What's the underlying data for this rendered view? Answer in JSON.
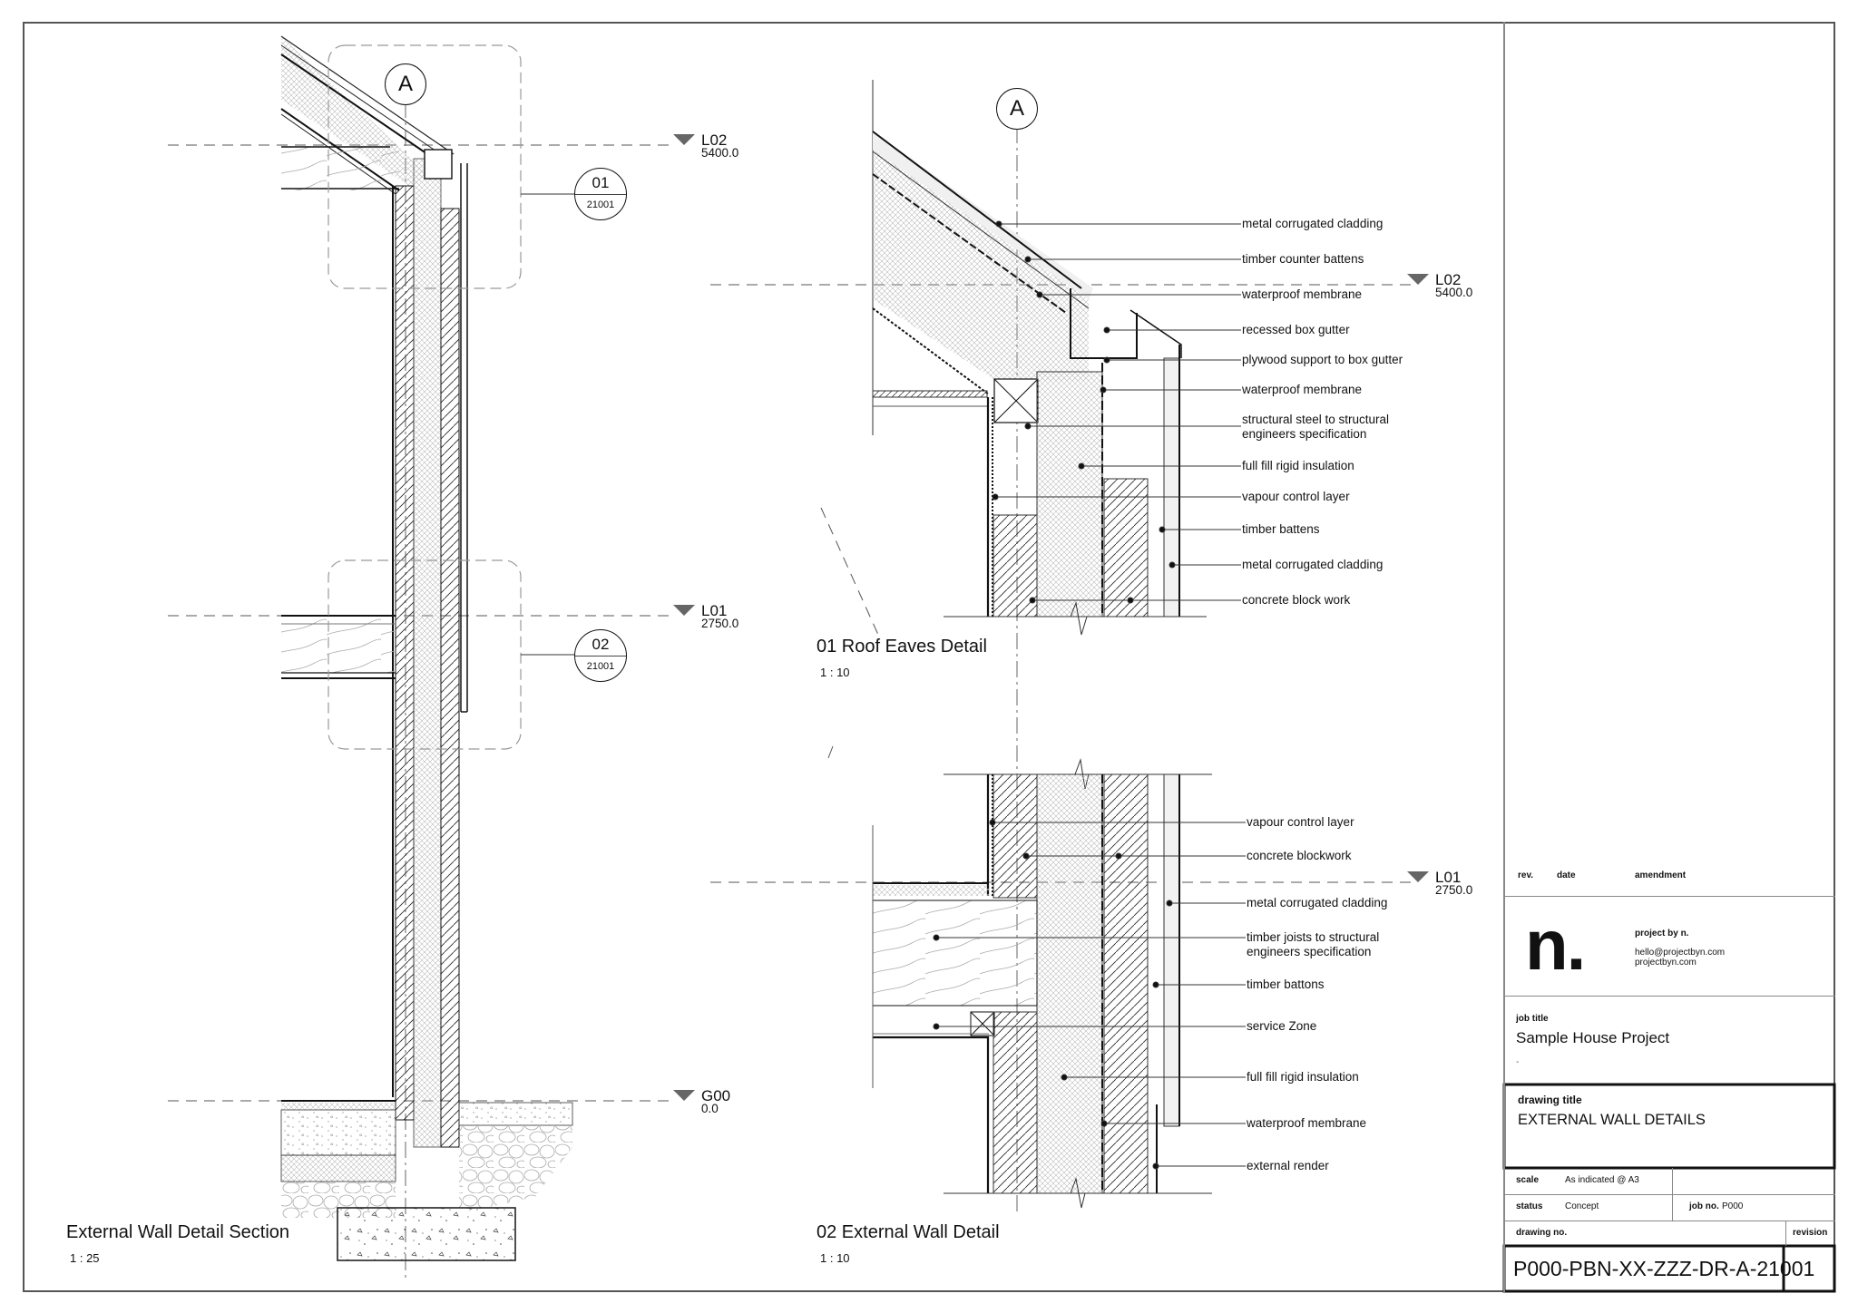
{
  "sheet": {
    "title": "EXTERNAL WALL DETAILS",
    "drawing_number": "P000-PBN-XX-ZZZ-DR-A-21001"
  },
  "views": {
    "section": {
      "title": "External Wall Detail Section",
      "scale": "1 : 25",
      "grid_label": "A",
      "levels": [
        {
          "name": "L02",
          "elevation": "5400.0"
        },
        {
          "name": "L01",
          "elevation": "2750.0"
        },
        {
          "name": "G00",
          "elevation": "0.0"
        }
      ],
      "callouts": [
        {
          "number": "01",
          "sheet": "21001"
        },
        {
          "number": "02",
          "sheet": "21001"
        }
      ]
    },
    "roof_eaves": {
      "title": "01 Roof Eaves Detail",
      "scale": "1 : 10",
      "grid_label": "A",
      "level": {
        "name": "L02",
        "elevation": "5400.0"
      },
      "notes": [
        [
          "metal corrugated cladding"
        ],
        [
          "timber counter battens"
        ],
        [
          "waterproof membrane"
        ],
        [
          "recessed box gutter"
        ],
        [
          "plywood support to box gutter"
        ],
        [
          "waterproof membrane"
        ],
        [
          "structural steel to structural",
          "engineers specification"
        ],
        [
          "full fill rigid insulation"
        ],
        [
          "vapour control layer"
        ],
        [
          "timber battens"
        ],
        [
          "metal corrugated cladding"
        ],
        [
          "concrete block work"
        ]
      ]
    },
    "external_wall": {
      "title": "02 External Wall Detail",
      "scale": "1 : 10",
      "level": {
        "name": "L01",
        "elevation": "2750.0"
      },
      "notes": [
        [
          "vapour control layer"
        ],
        [
          "concrete blockwork"
        ],
        [
          "metal corrugated cladding"
        ],
        [
          "timber joists to structural",
          "engineers specification"
        ],
        [
          "timber battons"
        ],
        [
          "service Zone"
        ],
        [
          "full fill rigid insulation"
        ],
        [
          "waterproof membrane"
        ],
        [
          "external render"
        ]
      ]
    }
  },
  "title_block": {
    "revision_header": {
      "rev": "rev.",
      "date": "date",
      "amendment": "amendment"
    },
    "logo": "n.",
    "company": {
      "name": "project by n.",
      "email": "hello@projectbyn.com",
      "website": "projectbyn.com"
    },
    "job_title_label": "job title",
    "job_title": "Sample House Project",
    "job_subtitle": "-",
    "drawing_title_label": "drawing title",
    "drawing_title": "EXTERNAL WALL DETAILS",
    "scale_label": "scale",
    "scale_value": "As indicated @ A3",
    "status_label": "status",
    "status_value": "Concept",
    "job_no_label": "job no.",
    "job_no_value": "P000",
    "drawing_no_label": "drawing no.",
    "revision_label": "revision",
    "drawing_no_value": "P000-PBN-XX-ZZZ-DR-A-21001",
    "revision_value": ""
  }
}
